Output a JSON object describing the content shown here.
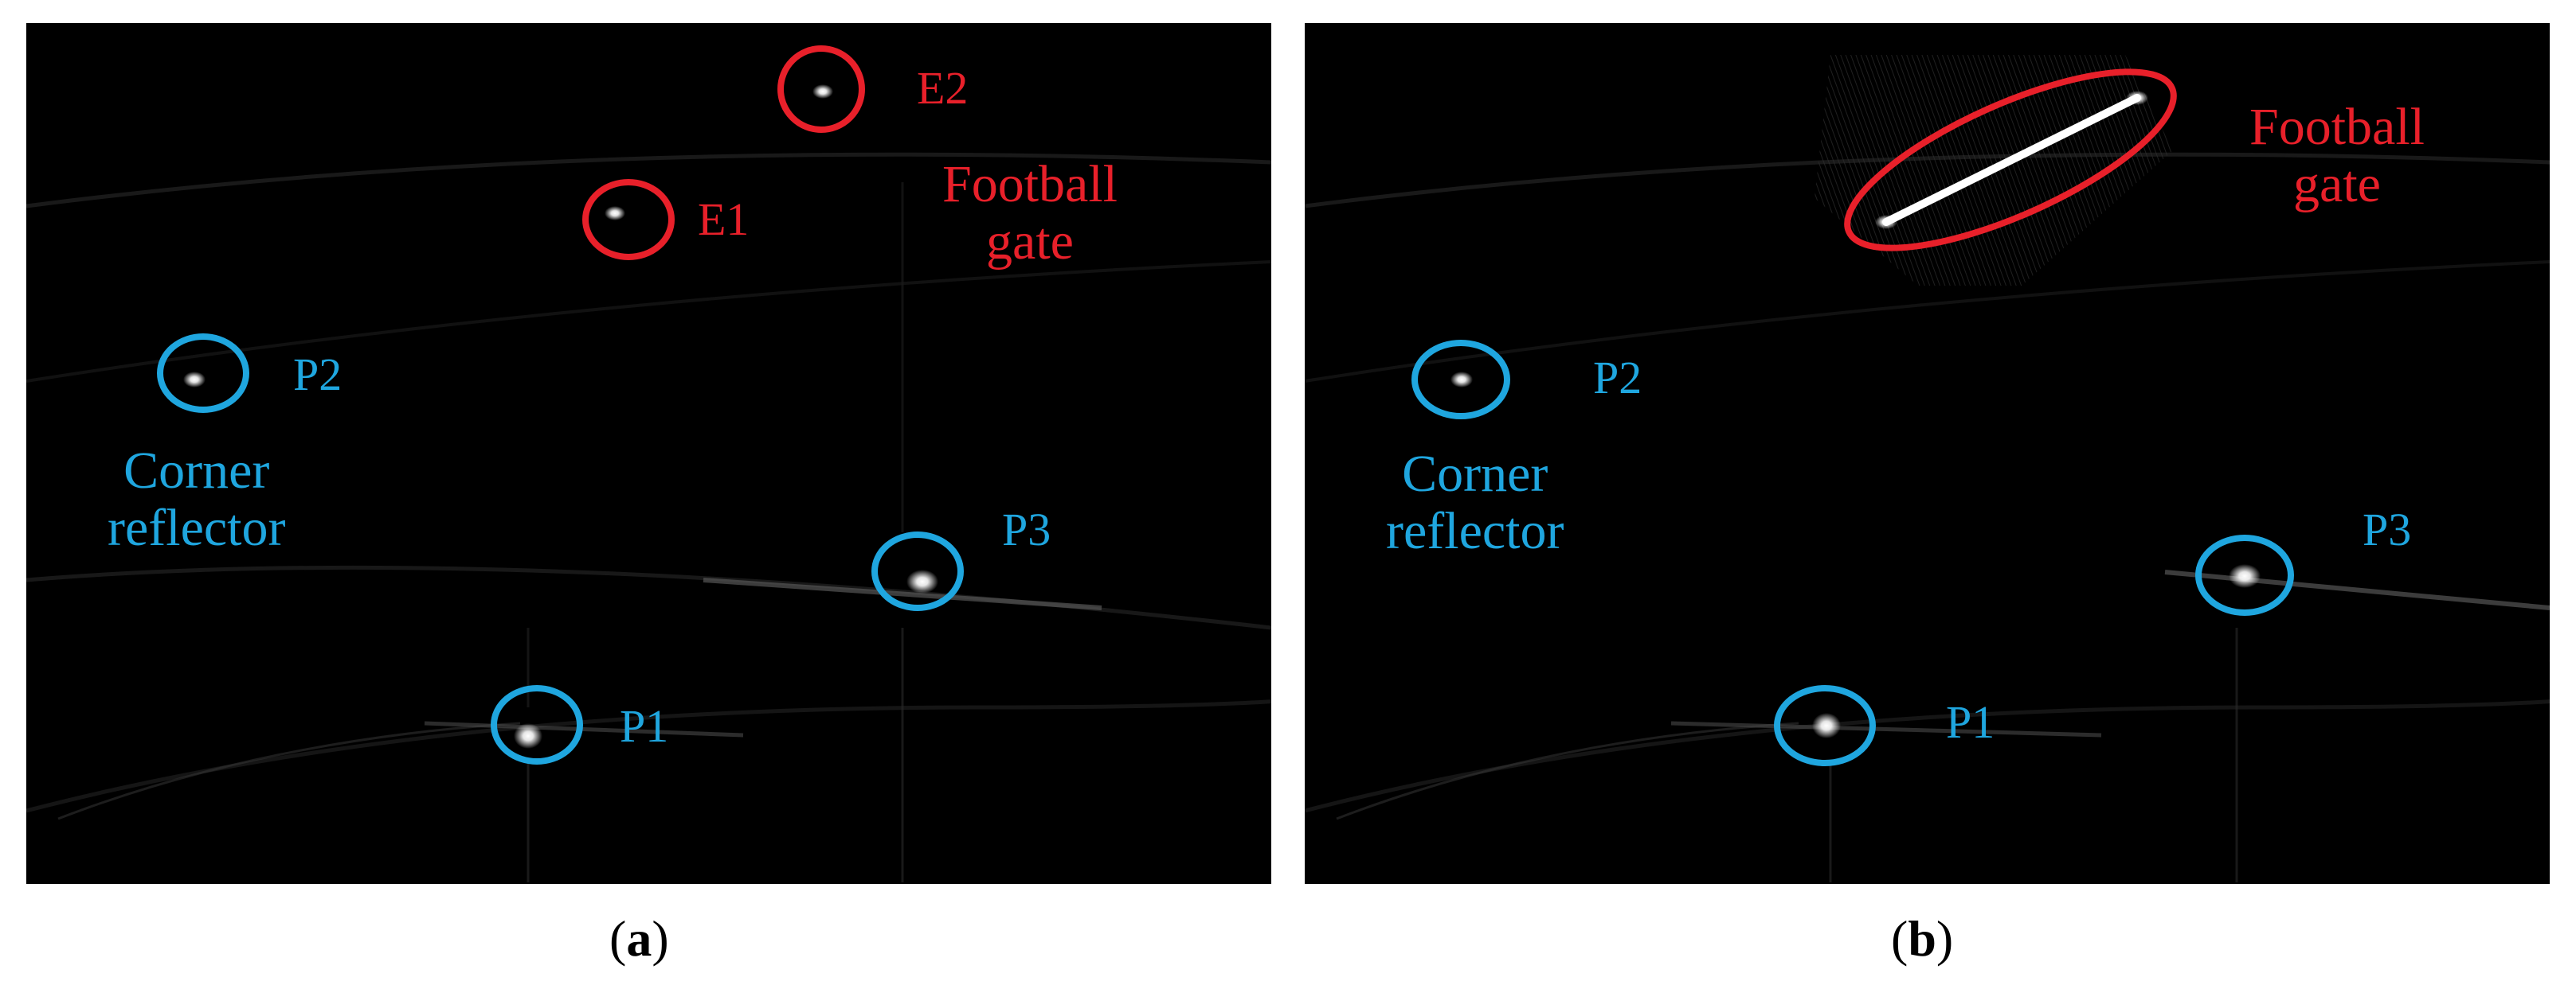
{
  "figure": {
    "panels": [
      {
        "id": "a",
        "caption_letter": "a",
        "labels": {
          "e1": "E1",
          "e2": "E2",
          "gate": [
            "Football",
            "gate"
          ],
          "p1": "P1",
          "p2": "P2",
          "p3": "P3",
          "corner": [
            "Corner",
            "reflector"
          ]
        }
      },
      {
        "id": "b",
        "caption_letter": "b",
        "labels": {
          "gate": [
            "Football",
            "gate"
          ],
          "p1": "P1",
          "p2": "P2",
          "p3": "P3",
          "corner": [
            "Corner",
            "reflector"
          ]
        }
      }
    ],
    "colors": {
      "gate_marker": "#e8202a",
      "reflector_marker": "#1fa6df",
      "background": "#000000"
    }
  }
}
